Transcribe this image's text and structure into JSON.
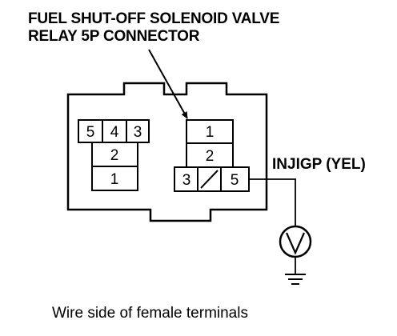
{
  "title": {
    "line1": "FUEL SHUT-OFF SOLENOID VALVE",
    "line2": "RELAY 5P CONNECTOR"
  },
  "connector": {
    "left_pins": {
      "top_row": [
        "5",
        "4",
        "3"
      ],
      "mid": "2",
      "bottom": "1"
    },
    "right_pins": {
      "top": "1",
      "mid": "2",
      "bottom_left": "3",
      "bottom_right": "5"
    }
  },
  "wire": {
    "label": "INJIGP (YEL)"
  },
  "caption": "Wire side of female terminals"
}
